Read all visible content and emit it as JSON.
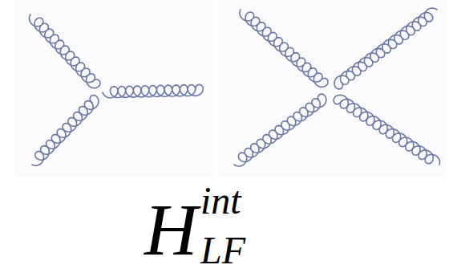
{
  "diagram": {
    "labels": [
      "H",
      "LF",
      "int"
    ]
  }
}
